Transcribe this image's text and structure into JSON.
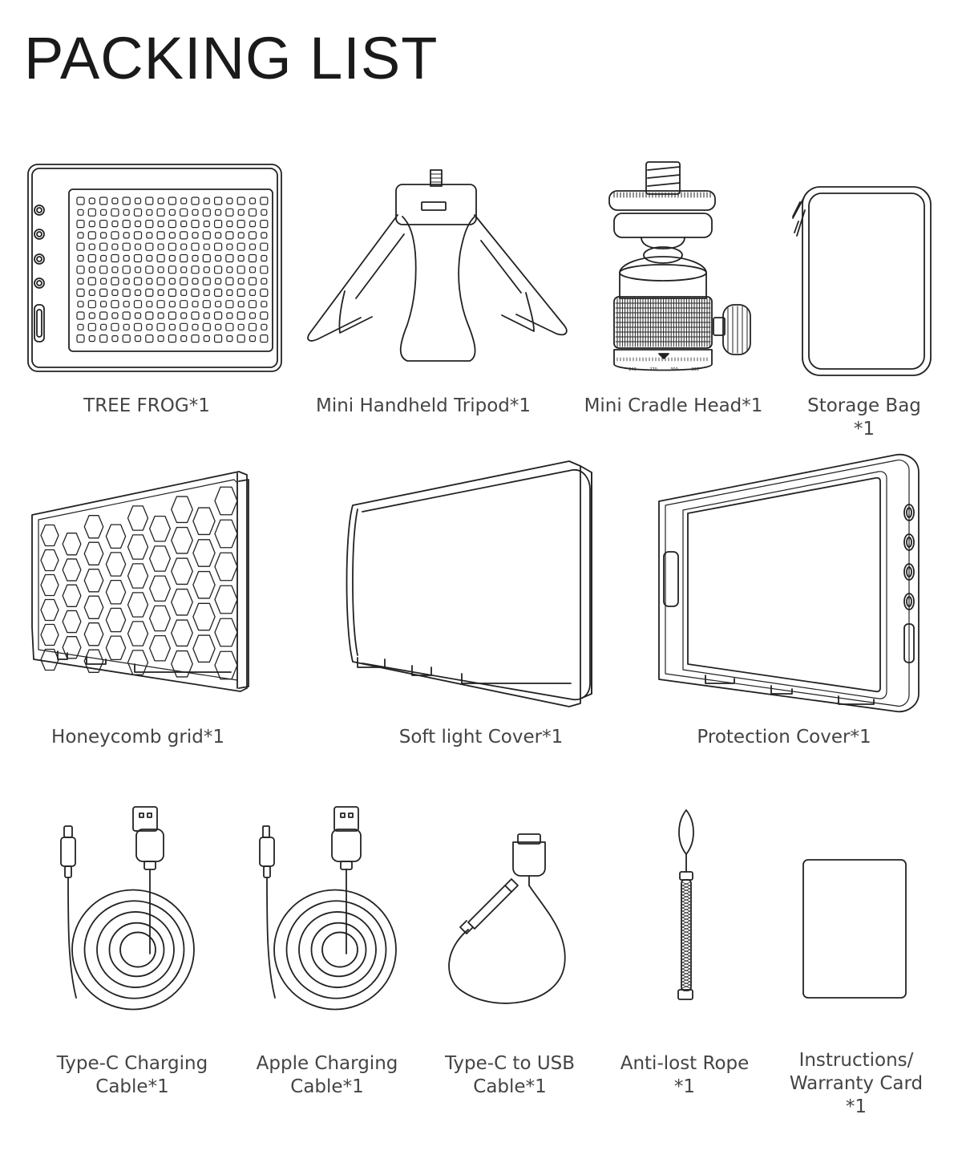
{
  "title": "PACKING LIST",
  "items": [
    {
      "id": "tree-frog",
      "lines": [
        "TREE FROG*1"
      ]
    },
    {
      "id": "mini-handheld-tripod",
      "lines": [
        "Mini Handheld Tripod*1"
      ]
    },
    {
      "id": "mini-cradle-head",
      "lines": [
        "Mini Cradle Head*1"
      ]
    },
    {
      "id": "storage-bag",
      "lines": [
        "Storage Bag",
        "*1"
      ]
    },
    {
      "id": "honeycomb-grid",
      "lines": [
        "Honeycomb grid*1"
      ]
    },
    {
      "id": "soft-light-cover",
      "lines": [
        "Soft light Cover*1"
      ]
    },
    {
      "id": "protection-cover",
      "lines": [
        "Protection Cover*1"
      ]
    },
    {
      "id": "type-c-charging-cable",
      "lines": [
        "Type-C Charging",
        "Cable*1"
      ]
    },
    {
      "id": "apple-charging-cable",
      "lines": [
        "Apple Charging",
        "Cable*1"
      ]
    },
    {
      "id": "type-c-to-usb-cable",
      "lines": [
        "Type-C to USB",
        "Cable*1"
      ]
    },
    {
      "id": "anti-lost-rope",
      "lines": [
        "Anti-lost Rope",
        "*1"
      ]
    },
    {
      "id": "instructions-warranty-card",
      "lines": [
        "Instructions/",
        "Warranty Card",
        "*1"
      ]
    }
  ],
  "cradle_scale": [
    "240",
    "270",
    "300",
    "330"
  ],
  "colors": {
    "line": "#222222",
    "text": "#444444",
    "background": "#ffffff"
  }
}
